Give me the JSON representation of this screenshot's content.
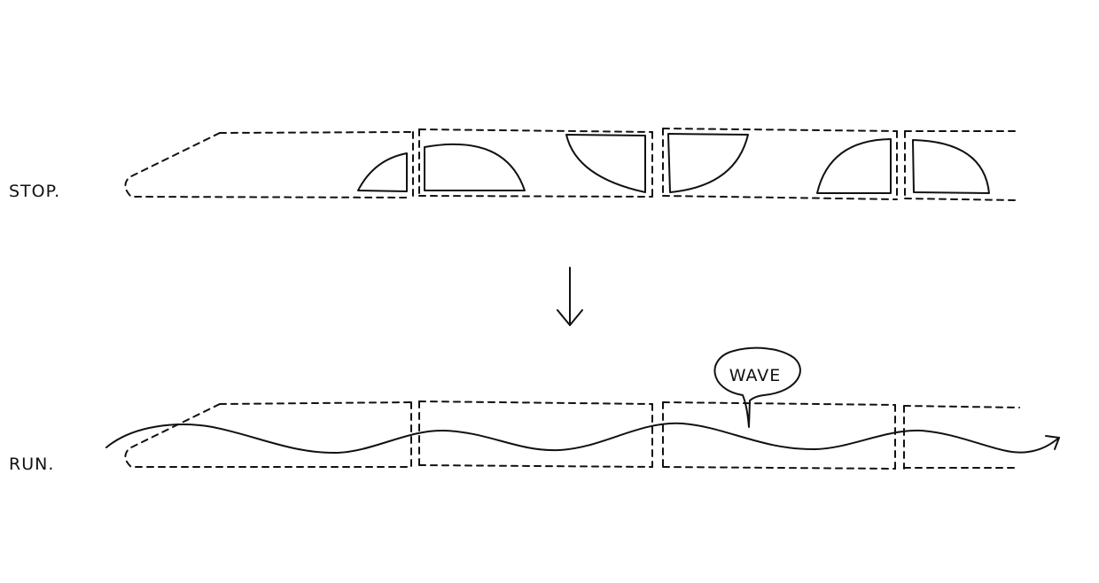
{
  "labels": {
    "stop": "STOP.",
    "run": "RUN.",
    "wave": "WAVE"
  },
  "colors": {
    "ink": "#111111",
    "background": "#ffffff"
  }
}
